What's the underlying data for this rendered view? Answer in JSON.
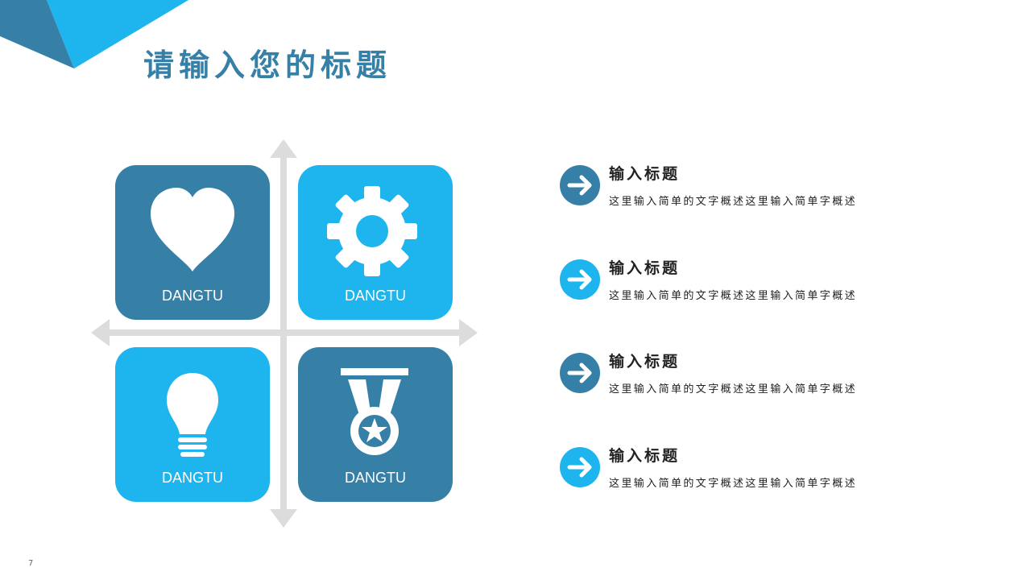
{
  "slide": {
    "title": "请输入您的标题",
    "page_number": "7"
  },
  "colors": {
    "dark": "#3680a8",
    "light": "#1eb4ee",
    "axis": "#dcdcdc"
  },
  "quadrants": [
    {
      "label": "DANGTU",
      "icon": "heart-icon"
    },
    {
      "label": "DANGTU",
      "icon": "gear-icon"
    },
    {
      "label": "DANGTU",
      "icon": "lightbulb-icon"
    },
    {
      "label": "DANGTU",
      "icon": "medal-icon"
    }
  ],
  "items": [
    {
      "title": "输入标题",
      "desc": "这里输入简单的文字概述这里输入简单字概述"
    },
    {
      "title": "输入标题",
      "desc": "这里输入简单的文字概述这里输入简单字概述"
    },
    {
      "title": "输入标题",
      "desc": "这里输入简单的文字概述这里输入简单字概述"
    },
    {
      "title": "输入标题",
      "desc": "这里输入简单的文字概述这里输入简单字概述"
    }
  ]
}
